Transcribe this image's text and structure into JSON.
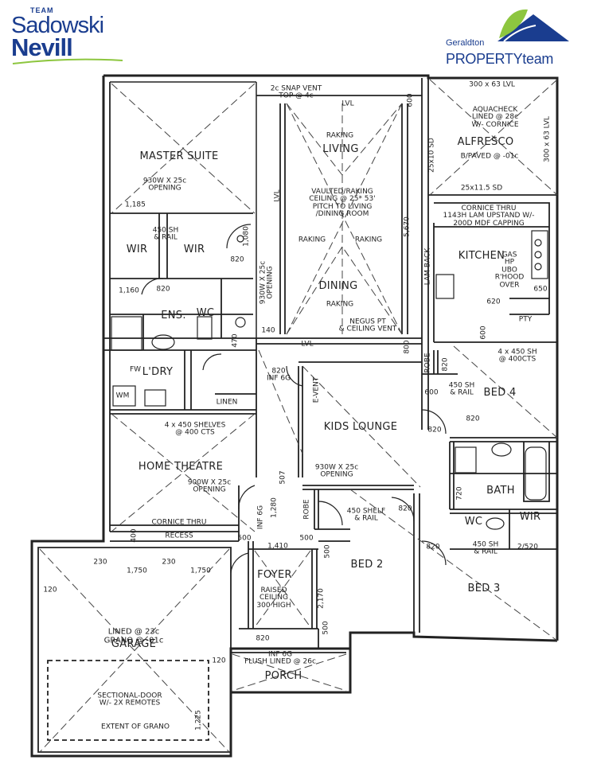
{
  "brand": {
    "left_logo": {
      "team": "TEAM",
      "line1": "Sadowski",
      "line2": "Nevill"
    },
    "right_logo": {
      "line1": "Geraldton",
      "line2": "PROPERTYteam"
    }
  },
  "rooms": {
    "master_suite": "MASTER SUITE",
    "wir1": "WIR",
    "wir2": "WIR",
    "ens": "ENS.",
    "wc1": "WC",
    "ldry": "L'DRY",
    "wm": "WM",
    "linen": "LINEN",
    "home_theatre": "HOME THEATRE",
    "recess": "RECESS",
    "living": "LIVING",
    "dining": "DINING",
    "alfresco": "ALFRESCO",
    "kitchen": "KITCHEN",
    "pty": "PTY",
    "kids_lounge": "KIDS LOUNGE",
    "bed4": "BED 4",
    "bath": "BATH",
    "wc2": "WC",
    "wir3": "WIR",
    "bed2": "BED 2",
    "bed3": "BED 3",
    "foyer": "FOYER",
    "garage": "GARAGE",
    "porch": "PORCH",
    "robe1": "ROBE",
    "robe2": "ROBE"
  },
  "notes": {
    "master_opening": "930W X 25c\nOPENING",
    "sh_rail_master": "450 SH\n& RAIL",
    "shelves_ldry": "4 x 450 SHELVES\n@ 400 CTS",
    "theatre_opening": "900W X 25c\nOPENING",
    "cornice_thru": "CORNICE THRU",
    "snap_vent": "2c SNAP VENT\nTOP @ 4c",
    "lvl_top": "LVL",
    "raking_living": "RAKING",
    "vaulted": "VAULTED/RAKING\nCEILING @ 25* 53'\nPITCH TO LIVING\n/DINING ROOM",
    "raking_left": "RAKING",
    "raking_right": "RAKING",
    "raking_dining": "RAKING",
    "negus": "NEGUS PT\n& CEILING VENT",
    "lvl_mid": "LVL",
    "lvl_left": "LVL",
    "opening_vert": "930W X 25c\nOPENING",
    "alfresco_lvl": "300 x 63 LVL",
    "aquacheck": "AQUACHECK\nLINED @ 28c\nW/- CORNICE",
    "bpaved": "B/PAVED @ -01c",
    "sd": "25x11.5  SD",
    "lvl_right": "300 x 63 LVL",
    "sd_vert": "25x10  SD",
    "kitchen_note": "CORNICE THRU\n1143H LAM UPSTAND W/-\n200D MDF CAPPING",
    "gas_hp": "GAS\nHP\nUBO\nR'HOOD\nOVER",
    "lam_back": "LAM BACK",
    "bed4_shelf": "4 x 450 SH\n@ 400CTS",
    "bed4_rail": "450 SH\n& RAIL",
    "event": "E-VENT",
    "kids_opening": "930W X 25c\nOPENING",
    "bed2_shelf": "450 SHELF\n& RAIL",
    "bed3_rail": "450 SH\n& RAIL",
    "foyer_ceiling": "RAISED\nCEILING\n300 HIGH",
    "garage_lined": "LINED @ 23c\nGRANO @ -01c",
    "sectional": "SECTIONAL-DOOR\nW/- 2X REMOTES",
    "extent": "EXTENT OF GRANO",
    "porch_note": "INF 6G\nFLUSH LINED @ 26c",
    "inf_6g": "INF 6G",
    "inf_6g_2": "820\nINF 6G",
    "fw": "FW"
  },
  "dims": {
    "d1185": "1,185",
    "d1160": "1,160",
    "d820a": "820",
    "d820b": "820",
    "d1080": "1,080",
    "d470": "470",
    "d140": "140",
    "d600a": "600",
    "d800a": "800",
    "d5670": "5,670",
    "d650": "650",
    "d600b": "600",
    "d620": "620",
    "d820c": "820",
    "d600c": "600",
    "d820d": "820",
    "d820e": "820",
    "d820f": "820",
    "d820g": "820",
    "d720": "720",
    "d2520": "2/520",
    "d507": "507",
    "d1280": "1,280",
    "d400a": "400",
    "d500a": "500",
    "d500b": "500",
    "d1410": "1,410",
    "d500c": "500",
    "d2170": "2,170",
    "d500d": "500",
    "d1750a": "1,750",
    "d1750b": "1,750",
    "d230a": "230",
    "d230b": "230",
    "d120a": "120",
    "d120b": "120",
    "d820h": "820",
    "d1225": "1,225"
  }
}
